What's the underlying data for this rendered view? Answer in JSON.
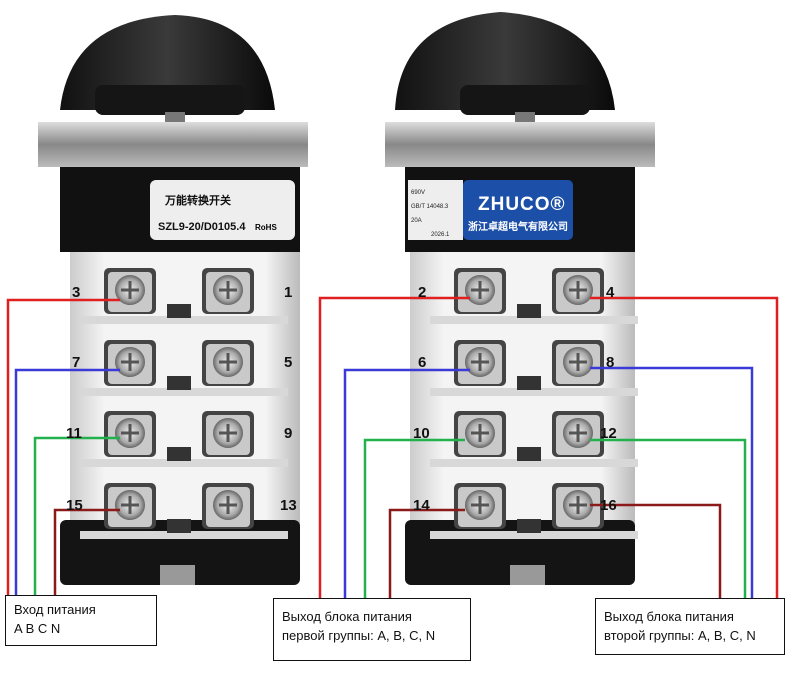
{
  "left_switch": {
    "label_title": "万能转换开关",
    "label_model": "SZL9-20/D0105.4",
    "label_rohs": "RoHS",
    "left_numbers": [
      "3",
      "7",
      "11",
      "15"
    ],
    "right_numbers": [
      "1",
      "5",
      "9",
      "13"
    ]
  },
  "right_switch": {
    "brand": "ZHUCO®",
    "brand_sub": "浙江卓超电气有限公司",
    "spec_lines": [
      "690V",
      "GB/T 14048.3",
      "20A",
      "2026.1"
    ],
    "left_numbers": [
      "2",
      "6",
      "10",
      "14"
    ],
    "right_numbers": [
      "4",
      "8",
      "12",
      "16"
    ]
  },
  "boxes": {
    "input": {
      "line1": "Вход питания",
      "line2": "A B C N"
    },
    "output1": {
      "line1": "Выход блока питания",
      "line2": "первой группы: A, B, C, N"
    },
    "output2": {
      "line1": "Выход блока питания",
      "line2": "второй группы: A, B, C, N"
    }
  },
  "wire_colors": {
    "A": "#e02020",
    "B": "#3a3ad8",
    "C": "#22b14c",
    "N": "#8b1a1a"
  }
}
